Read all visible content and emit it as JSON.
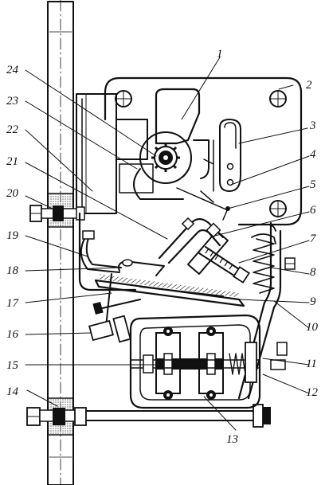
{
  "diagram": {
    "callouts": [
      {
        "id": "1",
        "text": "1"
      },
      {
        "id": "2",
        "text": "2"
      },
      {
        "id": "3",
        "text": "3"
      },
      {
        "id": "4",
        "text": "4"
      },
      {
        "id": "5",
        "text": "5"
      },
      {
        "id": "6",
        "text": "6"
      },
      {
        "id": "7",
        "text": "7"
      },
      {
        "id": "8",
        "text": "8"
      },
      {
        "id": "9",
        "text": "9"
      },
      {
        "id": "10",
        "text": "10"
      },
      {
        "id": "11",
        "text": "11"
      },
      {
        "id": "12",
        "text": "12"
      },
      {
        "id": "13",
        "text": "13"
      },
      {
        "id": "14",
        "text": "14"
      },
      {
        "id": "15",
        "text": "15"
      },
      {
        "id": "16",
        "text": "16"
      },
      {
        "id": "17",
        "text": "17"
      },
      {
        "id": "18",
        "text": "18"
      },
      {
        "id": "19",
        "text": "19"
      },
      {
        "id": "20",
        "text": "20"
      },
      {
        "id": "21",
        "text": "21"
      },
      {
        "id": "22",
        "text": "22"
      },
      {
        "id": "23",
        "text": "23"
      },
      {
        "id": "24",
        "text": "24"
      }
    ],
    "ink_color": "#111111",
    "paper_color": "#ffffff"
  }
}
